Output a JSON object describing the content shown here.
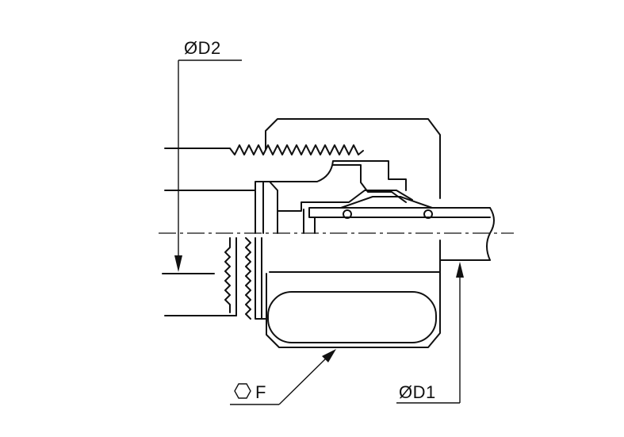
{
  "labels": {
    "d2": "ØD2",
    "f": "F",
    "d1": "ØD1"
  },
  "icons": {
    "hex": "hexagon-icon"
  },
  "colors": {
    "line": "#111111",
    "background": "#ffffff"
  }
}
